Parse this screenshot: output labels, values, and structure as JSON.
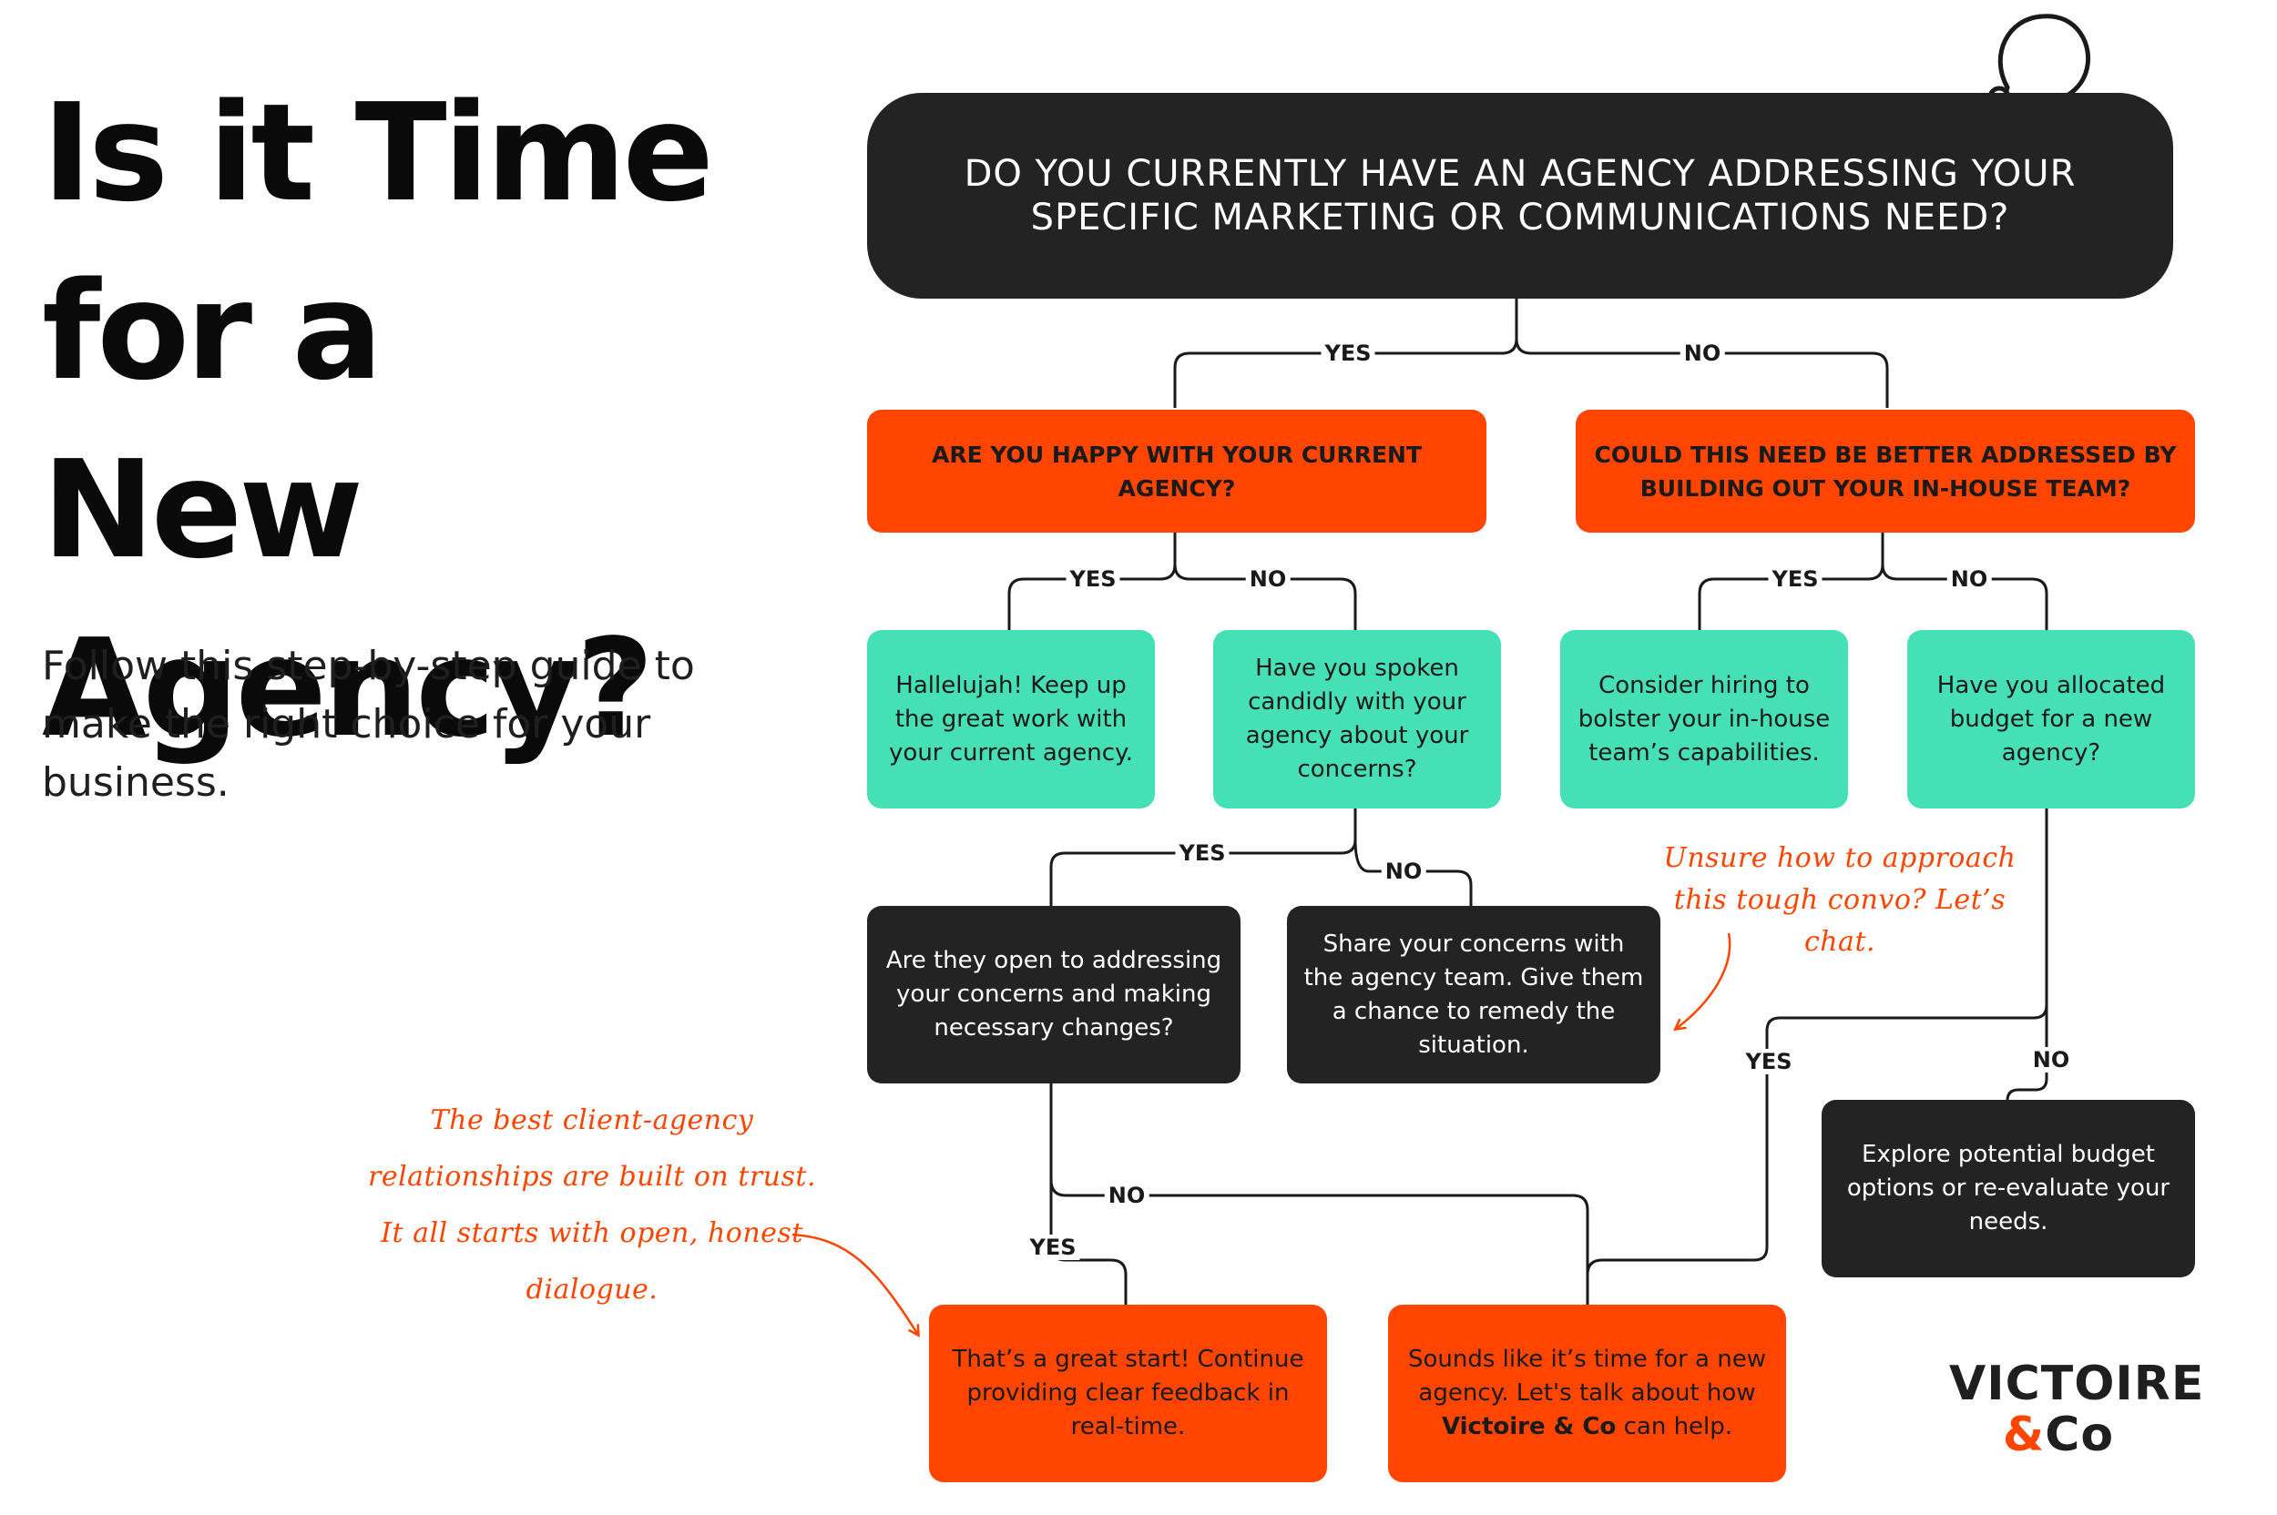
{
  "header": {
    "title": "Is it Time for a New Agency?",
    "subtitle": "Follow this step-by-step guide to make the right choice for your business."
  },
  "flow": {
    "q_agency": "Do you currently have an agency addressing your specific marketing or communications need?",
    "q_happy": "Are you happy with your current agency?",
    "q_inhouse": "Could this need be better addressed by building out your in-house team?",
    "hallelujah": "Hallelujah! Keep up the great work with your current agency.",
    "q_spoken": "Have you spoken candidly with your agency about your concerns?",
    "consider_hiring": "Consider hiring to bolster your in-house team’s capabilities.",
    "q_budget": "Have you allocated budget for a new agency?",
    "q_open": "Are they open to addressing your concerns and making necessary changes?",
    "share_concerns": "Share your concerns with the agency team. Give them a chance to remedy the situation.",
    "explore_budget": "Explore potential budget options or re-evaluate your needs.",
    "great_start": "That’s a great start! Continue providing clear feedback in real-time.",
    "time_for_new_prefix": "Sounds like it’s time for a new agency. Let's talk about how",
    "time_for_new_brand": "Victoire & Co",
    "time_for_new_suffix": "can help."
  },
  "labels": {
    "yes": "YES",
    "no": "NO"
  },
  "notes": {
    "chat": "Unsure how to approach this tough convo? Let’s chat.",
    "trust": "The best client-agency relationships are built on trust. It all starts with open, honest dialogue."
  },
  "logo": {
    "line1": "VICTOIRE",
    "ampersand": "&",
    "co": "Co"
  },
  "colors": {
    "orange": "#ff4500",
    "teal": "#45e0b5",
    "dark": "#242323"
  },
  "icons": {
    "thought_bubble": "thought-bubble-icon"
  }
}
